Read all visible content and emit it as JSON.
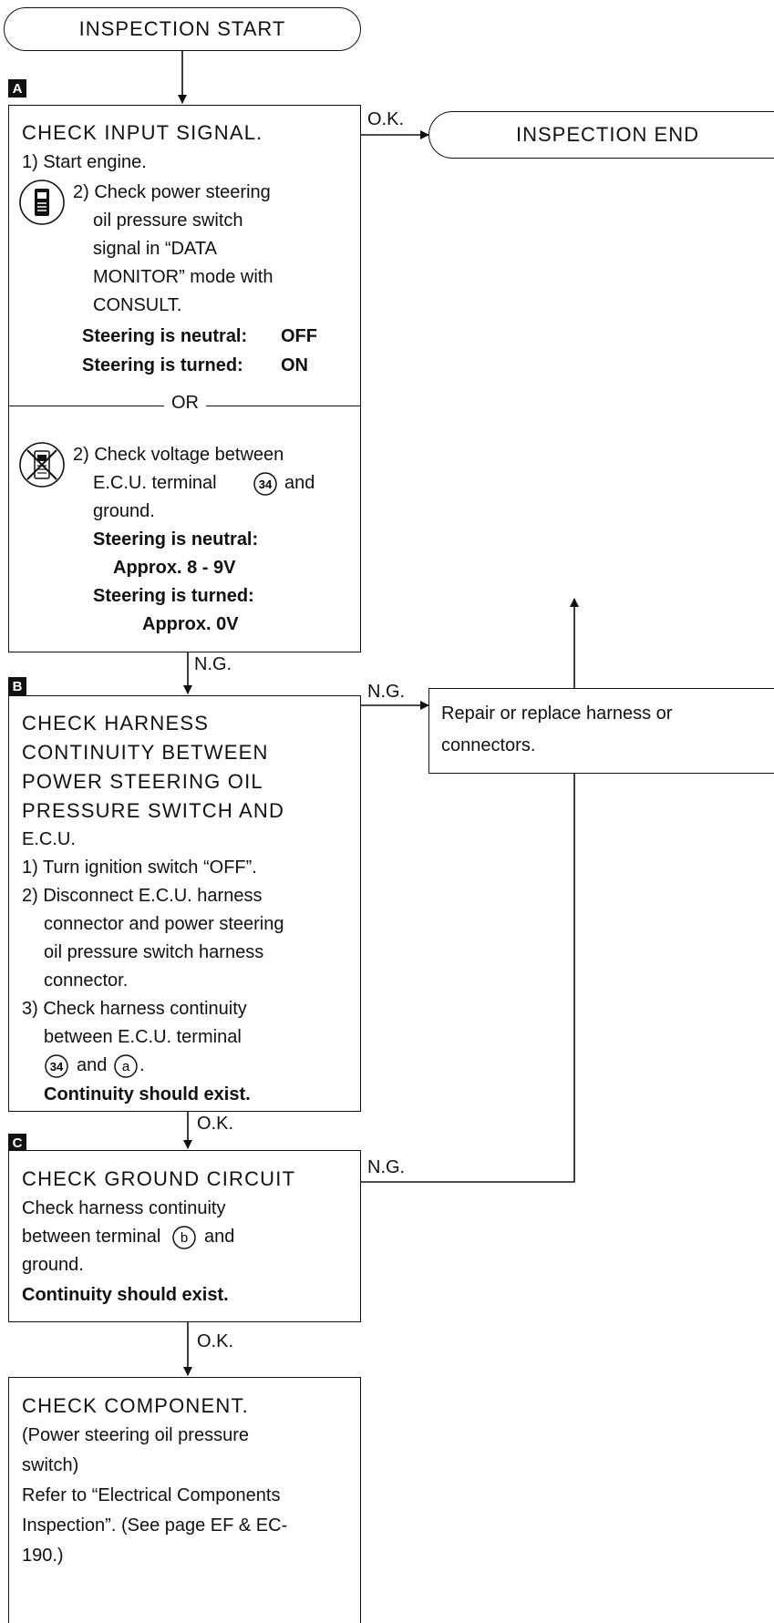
{
  "start": {
    "label": "INSPECTION START"
  },
  "end": {
    "label": "INSPECTION END"
  },
  "steps": {
    "a": {
      "letter": "A",
      "title": "CHECK INPUT SIGNAL.",
      "step1": "1) Start engine.",
      "consult_lines": [
        "2) Check power steering",
        "oil pressure switch",
        "signal in “DATA",
        "MONITOR” mode with",
        "CONSULT."
      ],
      "consult_results": [
        {
          "label": "Steering is neutral:",
          "value": "OFF"
        },
        {
          "label": "Steering is turned:",
          "value": "ON"
        }
      ],
      "or_label": "OR",
      "voltage_lines": [
        "2) Check voltage between",
        "E.C.U. terminal",
        "and",
        "ground."
      ],
      "terminal": "34",
      "voltage_results": [
        "Steering is neutral:",
        "Approx. 8 - 9V",
        "Steering is turned:",
        "Approx. 0V"
      ],
      "consult_icon": "consult-tester-icon",
      "no_consult_icon": "no-consult-icon"
    },
    "b": {
      "letter": "B",
      "title_lines": [
        "CHECK HARNESS",
        "CONTINUITY BETWEEN",
        "POWER STEERING OIL",
        "PRESSURE SWITCH AND",
        "E.C.U."
      ],
      "lines": [
        "1) Turn ignition switch “OFF”.",
        "2) Disconnect E.C.U. harness",
        "connector and power steering",
        "oil pressure switch harness",
        "connector.",
        "3) Check harness continuity",
        "between E.C.U. terminal"
      ],
      "terminal": "34",
      "and_word": "and",
      "terminal_a": "a",
      "result": "Continuity should exist."
    },
    "c": {
      "letter": "C",
      "title": "CHECK GROUND CIRCUIT",
      "lines": [
        "Check harness continuity",
        "between terminal",
        "and",
        "ground."
      ],
      "terminal_b": "b",
      "result": "Continuity should exist."
    },
    "d": {
      "title": "CHECK COMPONENT.",
      "lines": [
        "(Power steering oil pressure",
        "switch)",
        "Refer to “Electrical Components",
        "Inspection”. (See page EF & EC-",
        "190.)"
      ]
    }
  },
  "repair": {
    "lines": [
      "Repair or replace harness or",
      "connectors."
    ]
  },
  "arrows": {
    "ok": "O.K.",
    "ng": "N.G."
  }
}
